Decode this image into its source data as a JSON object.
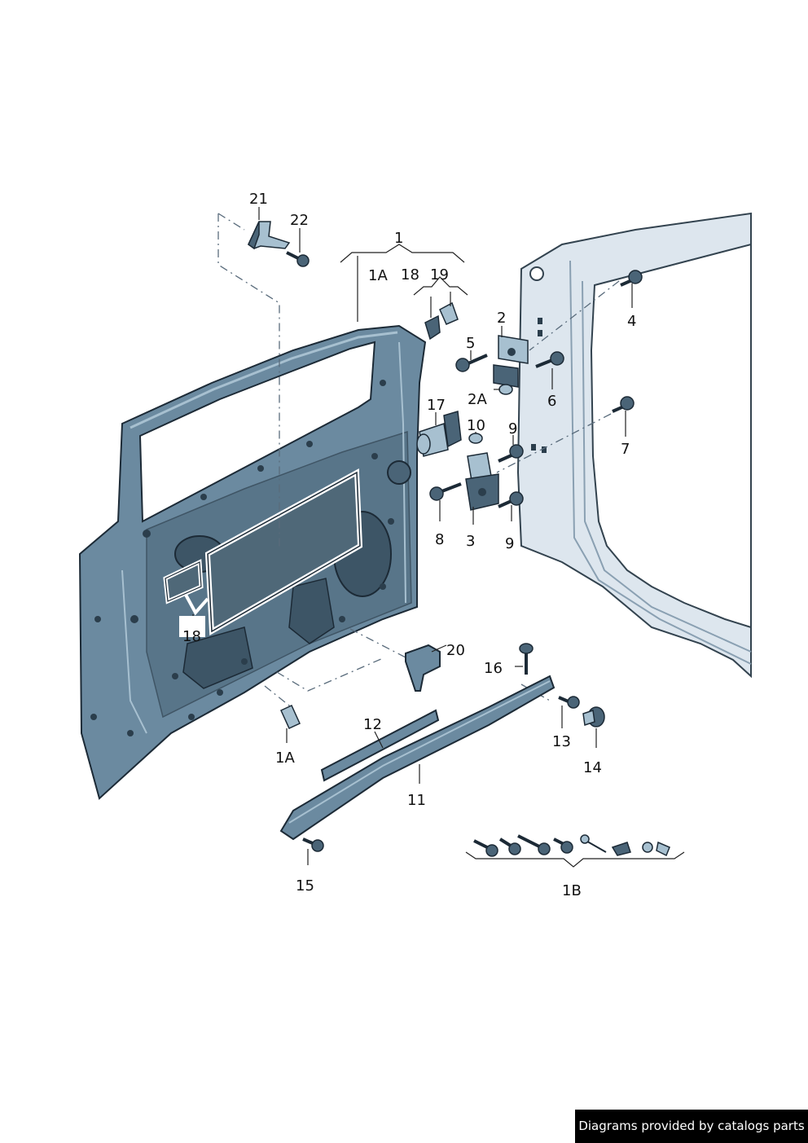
{
  "callouts": {
    "c1": "1",
    "c1A_top": "1A",
    "c18_top": "18",
    "c19": "19",
    "c2": "2",
    "c2A": "2A",
    "c3": "3",
    "c4": "4",
    "c5": "5",
    "c6": "6",
    "c7": "7",
    "c8": "8",
    "c9_top": "9",
    "c9_bottom": "9",
    "c10": "10",
    "c11": "11",
    "c12": "12",
    "c13": "13",
    "c14": "14",
    "c15": "15",
    "c16": "16",
    "c17": "17",
    "c18_door": "18",
    "c20": "20",
    "c21": "21",
    "c22": "22",
    "c1A_bottom": "1A",
    "c1B": "1B"
  },
  "watermark": "Diagrams provided by catalogs parts",
  "colors": {
    "door_panel": "#6b8aa0",
    "door_shadow": "#4a6477",
    "body_frame": "#dde6ee",
    "outline": "#1c2a36",
    "watermark_bg": "#000000"
  }
}
